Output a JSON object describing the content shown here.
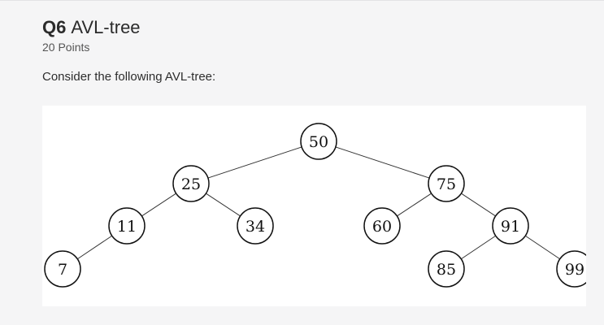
{
  "question": {
    "number": "Q6",
    "title": "AVL-tree",
    "points": "20 Points",
    "prompt": "Consider the following AVL-tree:"
  },
  "tree": {
    "root": {
      "value": "50",
      "left": {
        "value": "25",
        "left": {
          "value": "11",
          "left": {
            "value": "7"
          }
        },
        "right": {
          "value": "34"
        }
      },
      "right": {
        "value": "75",
        "left": {
          "value": "60"
        },
        "right": {
          "value": "91",
          "left": {
            "value": "85"
          },
          "right": {
            "value": "99"
          }
        }
      }
    }
  }
}
